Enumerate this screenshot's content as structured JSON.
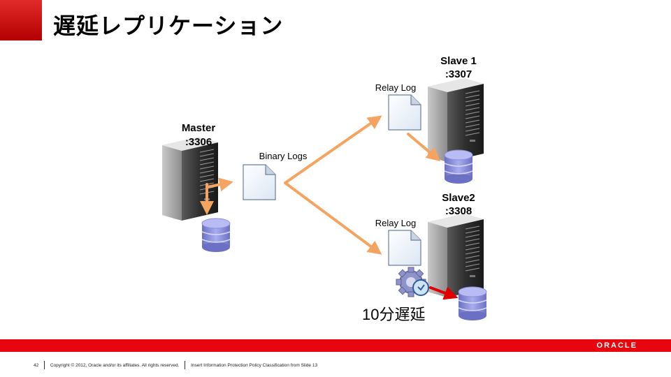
{
  "title": "遅延レプリケーション",
  "master": {
    "name": "Master",
    "port": ":3306",
    "log_label": "Binary Logs"
  },
  "slave1": {
    "name": "Slave 1",
    "port": ":3307",
    "log_label": "Relay Log"
  },
  "slave2": {
    "name": "Slave2",
    "port": ":3308",
    "log_label": "Relay Log"
  },
  "delay_label": "10分遅延",
  "footer": {
    "page_number": "42",
    "copyright": "Copyright © 2012, Oracle and/or its affiliates. All rights reserved.",
    "classification": "Insert Information Protection Policy Classification from Slide 13"
  },
  "logo": "ORACLE",
  "colors": {
    "accent_red": "#e8060e",
    "arrow_orange": "#f4a460",
    "arrow_red": "#e00000",
    "db_purple": "#8a8fd6"
  },
  "icons": [
    "server-icon",
    "document-icon",
    "database-icon",
    "gear-clock-icon"
  ]
}
